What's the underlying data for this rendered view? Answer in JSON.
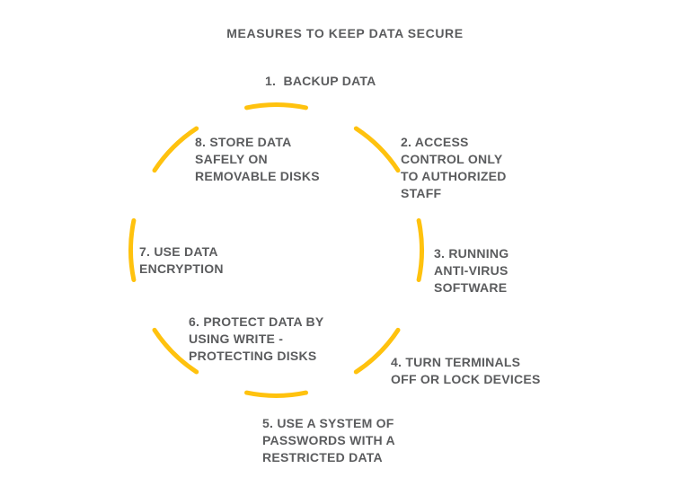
{
  "title": "MEASURES TO KEEP DATA SECURE",
  "colors": {
    "background": "#FFFFFF",
    "accent": "#FFC20E",
    "text": "#5B5C5E"
  },
  "diagram": {
    "type": "cycle",
    "segments": 8,
    "items": [
      {
        "number": "1",
        "label": "1.  BACKUP DATA"
      },
      {
        "number": "2",
        "label": "2. ACCESS\nCONTROL ONLY\nTO AUTHORIZED\nSTAFF"
      },
      {
        "number": "3",
        "label": "3. RUNNING\nANTI-VIRUS\nSOFTWARE"
      },
      {
        "number": "4",
        "label": "4. TURN TERMINALS\nOFF OR LOCK DEVICES"
      },
      {
        "number": "5",
        "label": "5. USE A SYSTEM OF\nPASSWORDS WITH A\nRESTRICTED DATA"
      },
      {
        "number": "6",
        "label": "6. PROTECT DATA BY\nUSING WRITE -\nPROTECTING DISKS"
      },
      {
        "number": "7",
        "label": "7. USE DATA\nENCRYPTION"
      },
      {
        "number": "8",
        "label": "8. STORE DATA\nSAFELY ON\nREMOVABLE DISKS"
      }
    ]
  }
}
